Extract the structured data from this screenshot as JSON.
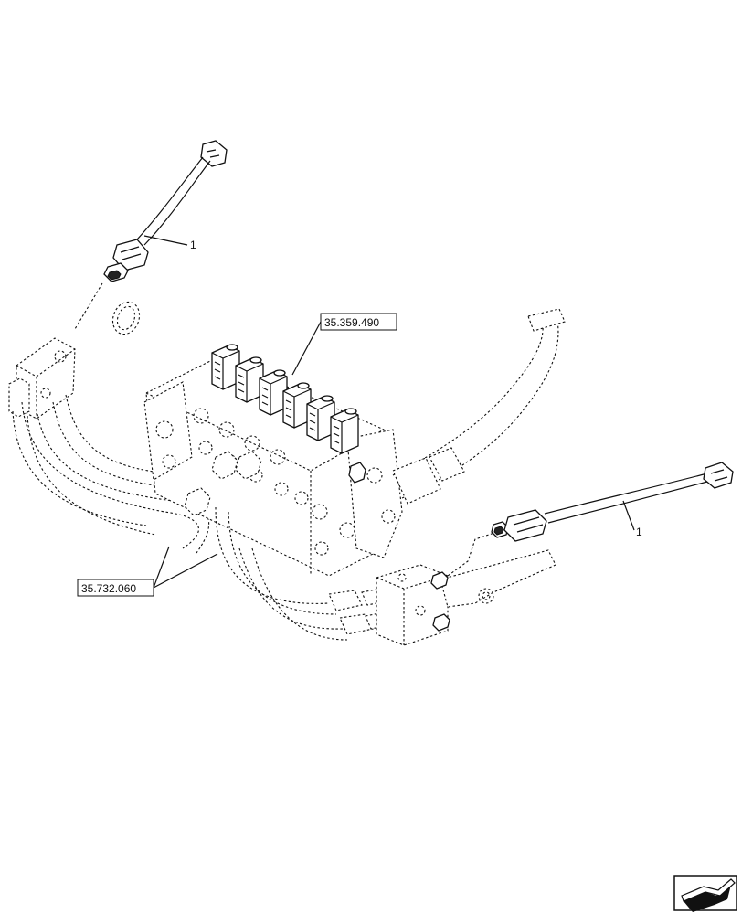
{
  "callouts": {
    "item_top": "1",
    "item_right": "1"
  },
  "references": {
    "valve_block": "35.359.490",
    "hoses": "35.732.060"
  },
  "nav_icon": "next-page-arrow-icon"
}
